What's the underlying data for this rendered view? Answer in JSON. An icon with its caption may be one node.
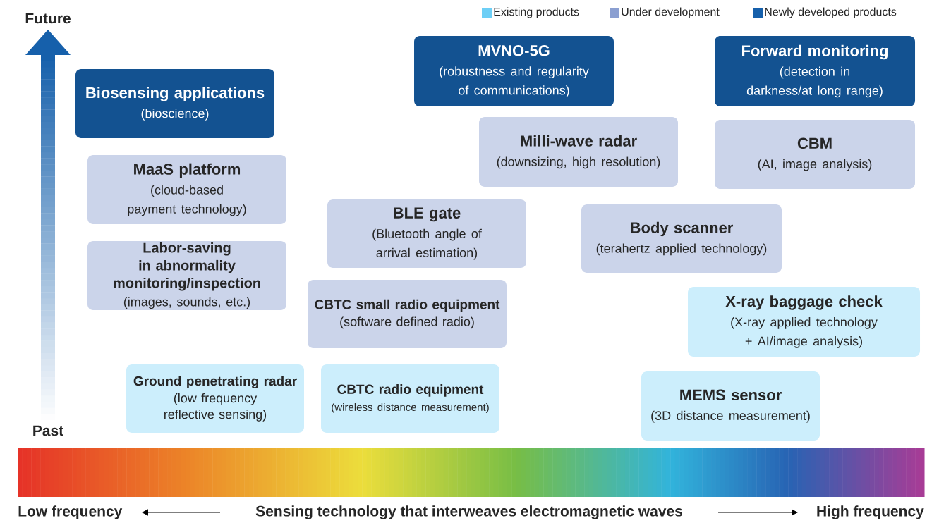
{
  "diagram": {
    "nodes": [
      {
        "text": [
          "Biosensing applications",
          "(bioscience)"
        ]
      },
      {
        "text": [
          "MaaS platform",
          "(cloud-based payment technology)"
        ]
      },
      {
        "text": [
          "Labor-saving in abnormality monitoring/inspection",
          "(images, sounds, etc.)"
        ]
      },
      {
        "text": [
          "Ground penetrating radar",
          "(low frequency reflective sensing)"
        ]
      },
      {
        "text": [
          "MVNO-5G",
          "(robustness and regularity of communications)"
        ]
      },
      {
        "text": [
          "Milli-wave radar",
          "(downsizing, high resolution)"
        ]
      },
      {
        "text": [
          "BLE gate",
          "(Bluetooth angle of arrival estimation)"
        ]
      },
      {
        "text": [
          "CBTC small radio equipment",
          "(software defined radio)"
        ]
      },
      {
        "text": [
          "CBTC radio equipment",
          "(wireless distance measurement)"
        ]
      },
      {
        "text": [
          "Forward monitoring",
          "(detection in darkness/at long range)"
        ]
      },
      {
        "text": [
          "CBM",
          "(AI, image analysis)"
        ]
      },
      {
        "text": [
          "Body scanner",
          "(terahertz applied technology)"
        ]
      },
      {
        "text": [
          "X-ray baggage check",
          "(X-ray applied technology + AI/image analysis)"
        ]
      },
      {
        "text": [
          "MEMS sensor",
          "(3D distance measurement)"
        ]
      }
    ],
    "labels": [
      "Future",
      "Past",
      "Low frequency",
      "Sensing technology that interweaves electromagnetic waves",
      "High frequency"
    ],
    "legend": [
      {
        "text": "Existing products",
        "color": "#6dcff6"
      },
      {
        "text": "Under development",
        "color": "#8b9fd1"
      },
      {
        "text": "Newly developed products",
        "color": "#1660ab"
      }
    ]
  }
}
